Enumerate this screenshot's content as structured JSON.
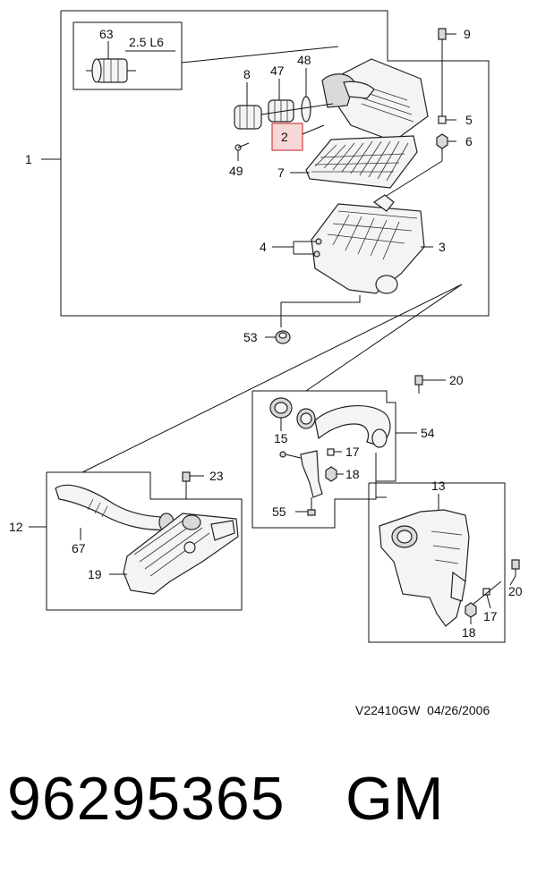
{
  "diagram": {
    "engine_label": "2.5 L6",
    "callouts": {
      "c1": "1",
      "c2": "2",
      "c3": "3",
      "c4": "4",
      "c5": "5",
      "c6": "6",
      "c7": "7",
      "c8": "8",
      "c9": "9",
      "c12": "12",
      "c13": "13",
      "c15": "15",
      "c17a": "17",
      "c17b": "17",
      "c18a": "18",
      "c18b": "18",
      "c19": "19",
      "c20a": "20",
      "c20b": "20",
      "c23": "23",
      "c47": "47",
      "c48": "48",
      "c49": "49",
      "c53": "53",
      "c54": "54",
      "c55": "55",
      "c63": "63",
      "c67": "67"
    }
  },
  "footer": {
    "drawing_code": "V22410GW",
    "date": "04/26/2006",
    "part_number": "96295365",
    "brand": "GM"
  }
}
